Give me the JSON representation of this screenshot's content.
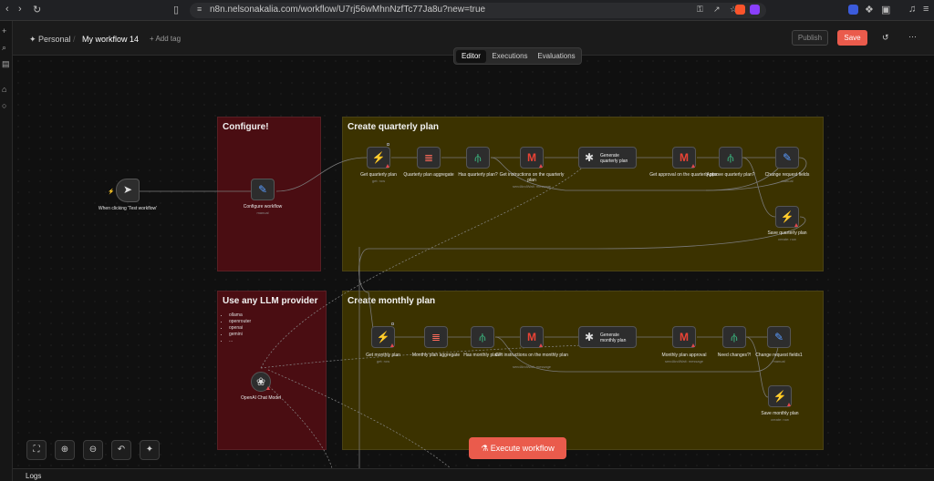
{
  "browser": {
    "url": "n8n.nelsonakalia.com/workflow/U7rj56wMhnNzfTc77Ja8u?new=true"
  },
  "header": {
    "project": "Personal",
    "workflow_name": "My workflow 14",
    "add_tag": "+ Add tag",
    "publish_label": "Publish",
    "save_label": "Save"
  },
  "mode_tabs": [
    {
      "label": "Editor",
      "active": true
    },
    {
      "label": "Executions",
      "active": false
    },
    {
      "label": "Evaluations",
      "active": false
    }
  ],
  "stickies": {
    "configure": "Configure!",
    "llm": "Use any LLM provider",
    "llm_list": [
      "ollama",
      "openrouter",
      "openai",
      "gemini",
      "..."
    ],
    "quarterly": "Create quarterly plan",
    "monthly": "Create monthly plan"
  },
  "nodes": {
    "trigger": {
      "label": "When clicking 'Test workflow'"
    },
    "configure": {
      "label": "Configure workflow",
      "sub": "manual"
    },
    "q_get": {
      "label": "Get quarterly plan",
      "sub": "get: row"
    },
    "q_agg": {
      "label": "Quarterly plan aggregate"
    },
    "q_has": {
      "label": "Has quarterly plan?"
    },
    "q_instr": {
      "label": "Get instructions on the quarterly plan",
      "sub": "sendAndWait: message"
    },
    "q_gen": {
      "label": "Generate quarterly plan"
    },
    "q_approval": {
      "label": "Get approval on the quarterly plan"
    },
    "q_approve": {
      "label": "Approve quarterly plan?"
    },
    "q_change": {
      "label": "Change request fields",
      "sub": "manual"
    },
    "q_save": {
      "label": "Save quarterly plan",
      "sub": "create: row"
    },
    "m_get": {
      "label": "Get monthly plan",
      "sub": "get: row"
    },
    "m_agg": {
      "label": "Monthly plan aggregate"
    },
    "m_has": {
      "label": "Has monthly plan?"
    },
    "m_instr": {
      "label": "Get instructions on the monthly plan",
      "sub": "sendAndWait: message"
    },
    "m_gen": {
      "label": "Generate monthly plan"
    },
    "m_approval": {
      "label": "Monthly plan approval",
      "sub": "sendAndWait: message"
    },
    "m_need": {
      "label": "Need changes?!"
    },
    "m_change": {
      "label": "Change request fields1",
      "sub": "manual"
    },
    "m_save": {
      "label": "Save monthly plan",
      "sub": "create: row"
    },
    "openai": {
      "label": "OpenAI Chat Model"
    }
  },
  "execute_label": "Execute workflow",
  "logs_label": "Logs",
  "colors": {
    "accent": "#ea5b4c",
    "sticky_red": "#4a0d12",
    "sticky_olive": "#3b3200",
    "gmail_red": "#ea4335",
    "supabase_green": "#3ecf8e"
  }
}
